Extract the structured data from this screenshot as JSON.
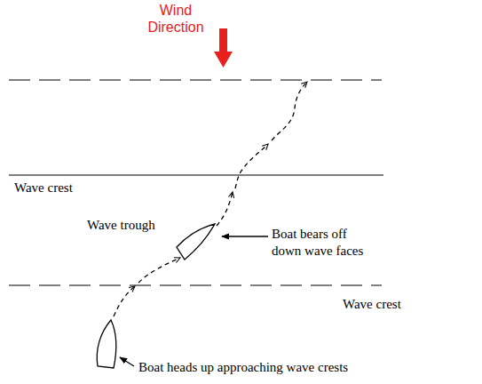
{
  "diagram": {
    "labels": [
      "Wind Direction",
      "Wave crest",
      "Wave trough",
      "Boat bears off down wave faces",
      "Wave crest",
      "Boat heads up approaching wave crests"
    ]
  }
}
